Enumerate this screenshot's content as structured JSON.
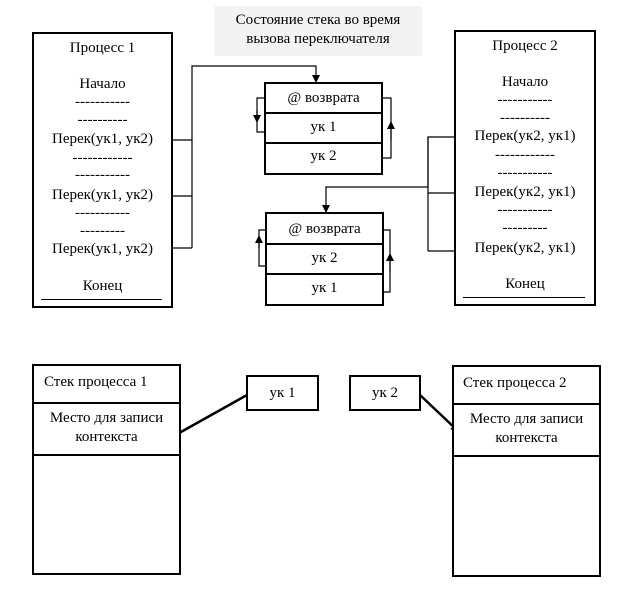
{
  "caption": {
    "line1": "Состояние стека во время",
    "line2": "вызова переключателя"
  },
  "process1": {
    "title": "Процесс 1",
    "start": "Начало",
    "dash1": "-----------",
    "dash2": "----------",
    "call1": "Перек(ук1, ук2)",
    "dash3": "------------",
    "dash4": "-----------",
    "call2": "Перек(ук1, ук2)",
    "dash5": "-----------",
    "dash6": "---------",
    "call3": "Перек(ук1, ук2)",
    "end": "Конец"
  },
  "process2": {
    "title": "Процесс 2",
    "start": "Начало",
    "dash1": "-----------",
    "dash2": "----------",
    "call1": "Перек(ук2, ук1)",
    "dash3": "------------",
    "dash4": "-----------",
    "call2": "Перек(ук2, ук1)",
    "dash5": "-----------",
    "dash6": "---------",
    "call3": "Перек(ук2, ук1)",
    "end": "Конец"
  },
  "stack_top": {
    "ret": "@ возврата",
    "p1": "ук 1",
    "p2": "ук 2"
  },
  "stack_bottom": {
    "ret": "@ возврата",
    "p1": "ук 2",
    "p2": "ук 1"
  },
  "pointer1": "ук 1",
  "pointer2": "ук 2",
  "proc_stack1": {
    "title": "Стек процесса 1",
    "slot_line1": "Место для записи",
    "slot_line2": "контекста"
  },
  "proc_stack2": {
    "title": "Стек процесса 2",
    "slot_line1": "Место для записи",
    "slot_line2": "контекста"
  }
}
